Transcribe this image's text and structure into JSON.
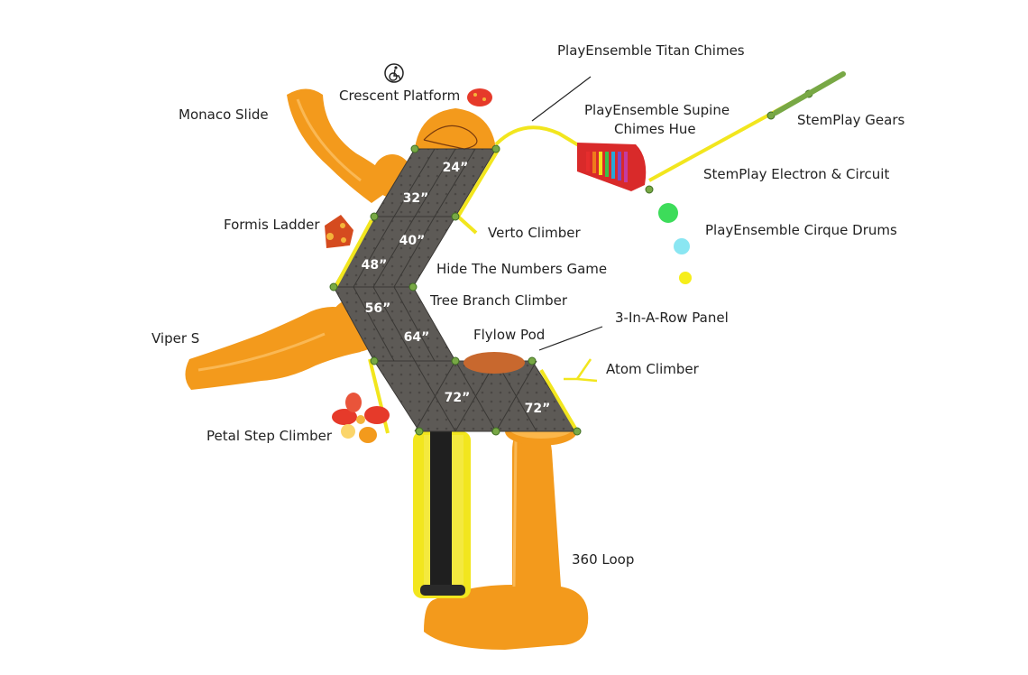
{
  "labels": {
    "titan_chimes": "PlayEnsemble Titan Chimes",
    "crescent_platform": "Crescent Platform",
    "monaco_slide": "Monaco Slide",
    "supine_chimes_line1": "PlayEnsemble Supine",
    "supine_chimes_line2": "Chimes Hue",
    "stemplay_gears": "StemPlay Gears",
    "stemplay_electron": "StemPlay Electron & Circuit",
    "cirque_drums": "PlayEnsemble Cirque Drums",
    "formis_ladder": "Formis Ladder",
    "verto_climber": "Verto Climber",
    "hide_numbers": "Hide The Numbers Game",
    "tree_branch": "Tree Branch Climber",
    "viper_s": "Viper S",
    "three_in_a_row": "3-In-A-Row Panel",
    "flylow_pod": "Flylow Pod",
    "atom_climber": "Atom Climber",
    "petal_step": "Petal Step Climber",
    "loop_360": "360 Loop"
  },
  "deck_heights": {
    "h24": "24”",
    "h32": "32”",
    "h40": "40”",
    "h48": "48”",
    "h56": "56”",
    "h64": "64”",
    "h72a": "72”",
    "h72b": "72”"
  },
  "icons": {
    "accessibility": "wheelchair-accessible-icon"
  },
  "colors": {
    "slide_orange": "#f39a1c",
    "deck_gray": "#5d5a56",
    "frame_yellow": "#f2e61e",
    "post_green": "#78a845",
    "chimes_red": "#d92a2a",
    "drum_green": "#3ddc5a",
    "drum_cyan": "#8ae6f2",
    "drum_yellow": "#f6ee1a"
  }
}
